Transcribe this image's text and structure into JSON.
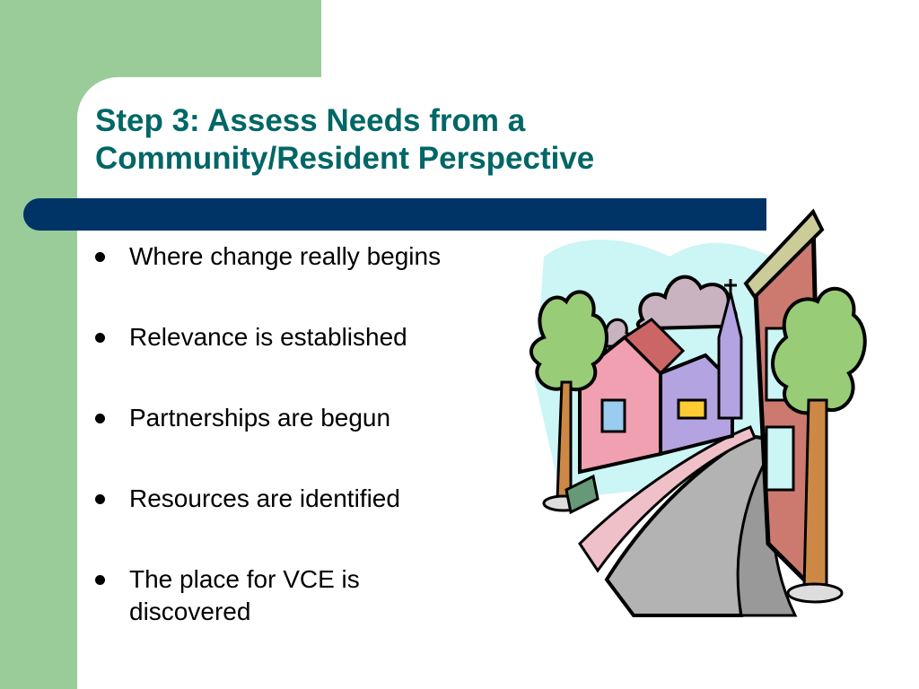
{
  "slide": {
    "title_line1": "Step 3: Assess Needs from a",
    "title_line2": "Community/Resident Perspective",
    "bullets": [
      "Where change really begins",
      "Relevance is established",
      "Partnerships are begun",
      "Resources are identified",
      "The place for VCE is discovered"
    ]
  },
  "colors": {
    "sidebar_green": "#99cc99",
    "title_teal": "#006666",
    "bar_navy": "#003366"
  },
  "icons": {
    "clipart": "town-street-clipart-icon"
  }
}
